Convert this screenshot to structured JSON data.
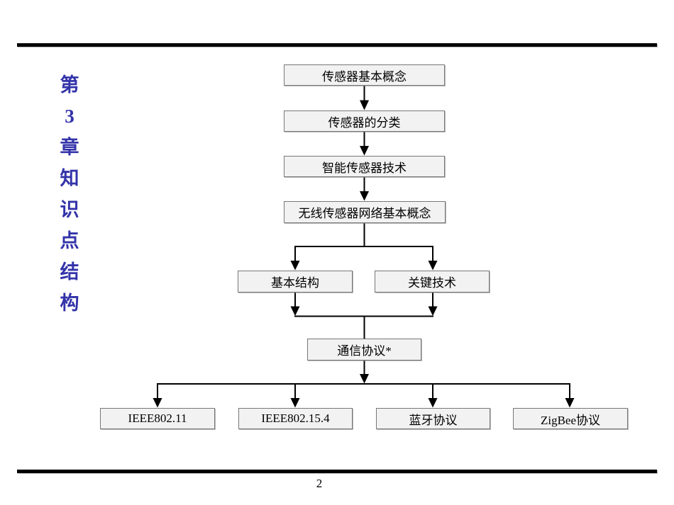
{
  "slide": {
    "page_number": "2",
    "background_color": "#ffffff",
    "rule_color": "#000000"
  },
  "title": {
    "full_text": "第3章知识点结构",
    "chars": [
      "第",
      "3",
      "章",
      "知",
      "识",
      "点",
      "结",
      "构"
    ],
    "color": "#3333aa"
  },
  "flowchart": {
    "box_fill_color": "#f2f2f2",
    "box_border_color": "#777777",
    "connector_color": "#000000",
    "nodes": [
      {
        "id": "sensor-basic-concepts",
        "label": "传感器基本概念"
      },
      {
        "id": "sensor-classification",
        "label": "传感器的分类"
      },
      {
        "id": "smart-sensor-technology",
        "label": "智能传感器技术"
      },
      {
        "id": "wsn-basic-concepts",
        "label": "无线传感器网络基本概念"
      },
      {
        "id": "basic-structure",
        "label": "基本结构"
      },
      {
        "id": "key-technology",
        "label": "关键技术"
      },
      {
        "id": "communication-protocol",
        "label": "通信协议*"
      },
      {
        "id": "ieee802-11",
        "label": "IEEE802.11"
      },
      {
        "id": "ieee802-15-4",
        "label": "IEEE802.15.4"
      },
      {
        "id": "bluetooth-protocol",
        "label": "蓝牙协议"
      },
      {
        "id": "zigbee-protocol",
        "label": "ZigBee协议"
      }
    ]
  }
}
